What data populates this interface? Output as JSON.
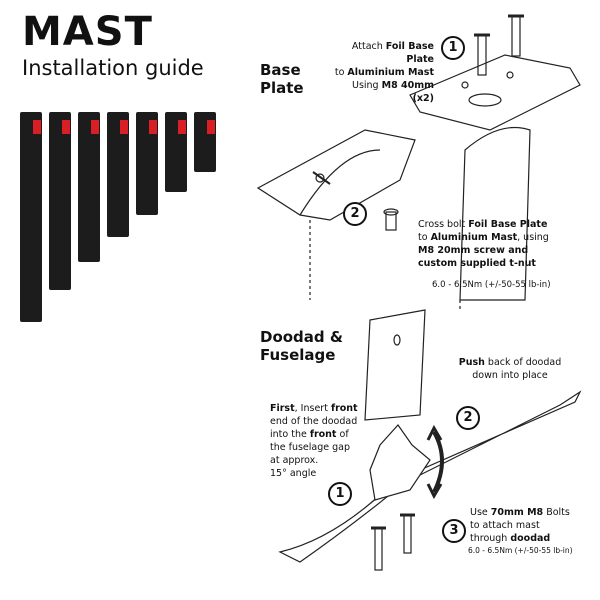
{
  "header": {
    "title": "MAST",
    "subtitle": "Installation guide"
  },
  "sections": {
    "base_plate": "Base\nPlate",
    "doodad": "Doodad &\nFuselage"
  },
  "steps": {
    "s1_num": "1",
    "s1_text_a": "Attach ",
    "s1_text_b": "Foil Base Plate",
    "s1_text_c": "to ",
    "s1_text_d": "Aluminium Mast",
    "s1_text_e": "Using ",
    "s1_text_f": "M8 40mm (x2)",
    "s2_num": "2",
    "s2_text_a": "Cross bolt ",
    "s2_text_b": "Foil Base Plate",
    "s2_text_c": "to ",
    "s2_text_d": "Aluminium Mast",
    "s2_text_e": ", using",
    "s2_text_f": "M8 20mm screw and",
    "s2_text_g": "custom supplied t-nut",
    "s2_torque": "6.0 - 6.5Nm (+/-50-55 lb-in)",
    "d1_num": "1",
    "d1_a": "First",
    "d1_b": ", Insert ",
    "d1_c": "front",
    "d1_d": "end of the doodad",
    "d1_e": "into  the  ",
    "d1_f": "front",
    "d1_g": " of",
    "d1_h": "the fuselage gap",
    "d1_i": "at approx.",
    "d1_j": "15° angle",
    "d2_num": "2",
    "d2_a": "Push",
    "d2_b": " back of doodad",
    "d2_c": "down into place",
    "d3_num": "3",
    "d3_a": "Use ",
    "d3_b": "70mm M8",
    "d3_c": " Bolts",
    "d3_d": "to attach mast",
    "d3_e": "through ",
    "d3_f": "doodad",
    "d3_torque": "6.0 - 6.5Nm (+/-50-55 lb-in)"
  },
  "colors": {
    "mast": "#1c1c1c",
    "accent": "#d91f26",
    "line": "#222222"
  }
}
